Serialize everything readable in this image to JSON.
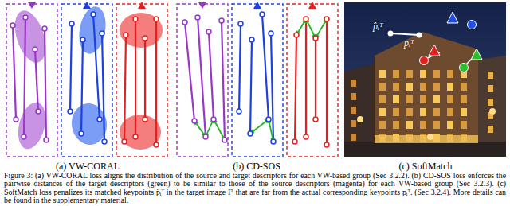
{
  "diagram": {
    "caption": "Figure 3: (a) VW-CORAL loss aligns the distribution of the source and target descriptors for each VW-based group (Sec 3.2.2). (b) CD-SOS loss enforces the pairwise distances of the target descriptors (green) to be similar to those of the source descriptors (magenta) for each VW-based group (Sec 3.2.3). (c) SoftMatch loss penalizes its matched keypoints p̂ᵢᵀ in the target image Iᵀ that are far from the actual corresponding keypoints pᵢᵀ. (Sec 3.2.4). More details can be found in the supplementary material.",
    "labels": [
      "(a) VW-CORAL",
      "(b) CD-SOS",
      "(c) SoftMatch",
      "p̂ᵢᵀ",
      "pᵢᵀ"
    ]
  }
}
